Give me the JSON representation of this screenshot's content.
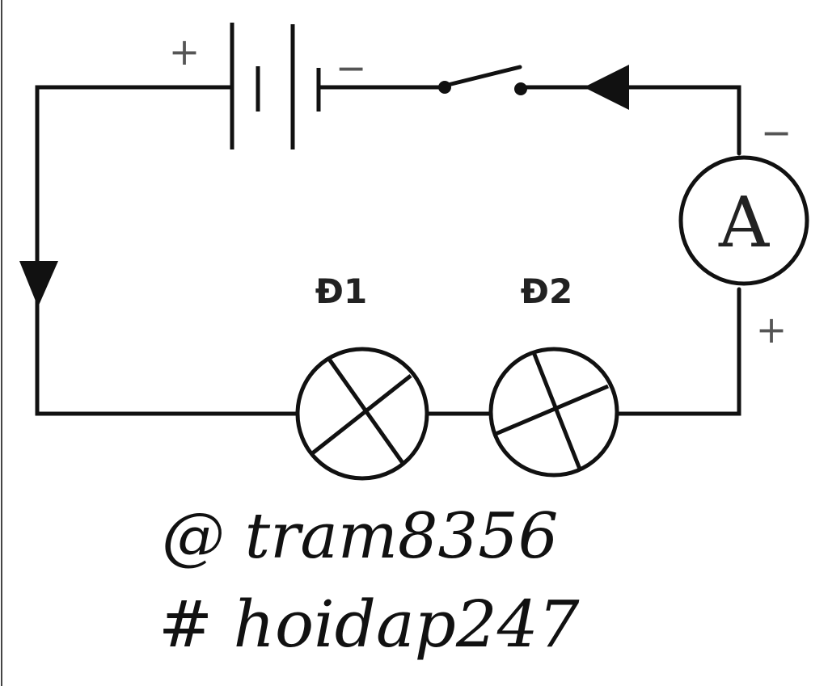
{
  "diagram": {
    "battery": {
      "plus_sign": "+",
      "minus_sign": "−"
    },
    "ammeter": {
      "symbol": "A",
      "minus_sign": "−",
      "plus_sign": "+"
    },
    "lamps": [
      {
        "label": "Đ1"
      },
      {
        "label": "Đ2"
      }
    ]
  },
  "watermark": {
    "line1": "@ tram8356",
    "line2": "# hoidap247"
  },
  "colors": {
    "wire": "#111111",
    "sign": "#555555",
    "background": "#ffffff"
  }
}
